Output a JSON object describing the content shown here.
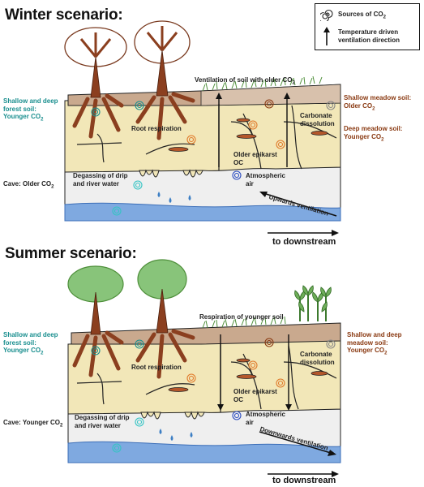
{
  "legend": {
    "sources_label": "Sources of CO",
    "sources_sub": "2",
    "arrow_label": "Temperature driven ventilation direction"
  },
  "winter": {
    "title": "Winter scenario:",
    "ventilation_label": "Ventilation of soil with older CO",
    "ventilation_sub": "2",
    "forest_label": "Shallow and deep forest soil:",
    "forest_value": "Younger CO",
    "forest_sub": "2",
    "meadow_shallow": "Shallow meadow soil:",
    "meadow_shallow_value": "Older CO",
    "meadow_shallow_sub": "2",
    "meadow_deep": "Deep meadow soil:",
    "meadow_deep_value": "Younger CO",
    "meadow_deep_sub": "2",
    "root_respiration": "Root respiration",
    "carbonate": "Carbonate dissolution",
    "epikarst": "Older epikarst OC",
    "atmospheric": "Atmospheric air",
    "cave_label": "Cave: Older CO",
    "cave_sub": "2",
    "degassing": "Degassing of drip and river water",
    "flow": "Upwards ventilation",
    "downstream": "to downstream"
  },
  "summer": {
    "title": "Summer scenario:",
    "respiration_label": "Respiration of younger soil",
    "forest_label": "Shallow and deep forest soil:",
    "forest_value": "Younger CO",
    "forest_sub": "2",
    "meadow_label": "Shallow and deep meadow soil:",
    "meadow_value": "Younger CO",
    "meadow_sub": "2",
    "root_respiration": "Root respiration",
    "carbonate": "Carbonate dissolution",
    "epikarst": "Older epikarst OC",
    "atmospheric": "Atmospheric air",
    "cave_label": "Cave: Younger CO",
    "cave_sub": "2",
    "degassing": "Degassing of drip and river water",
    "flow": "Downwards ventilation",
    "downstream": "to downstream"
  },
  "colors": {
    "rock": "#f2e7b8",
    "soil": "#c9a98e",
    "cave": "#efefef",
    "water": "#7fa9e0",
    "trunk": "#8b3f1f",
    "canopy_summer": "#88c47a",
    "teal": "#1a8f8f",
    "brown": "#8a3a12"
  }
}
